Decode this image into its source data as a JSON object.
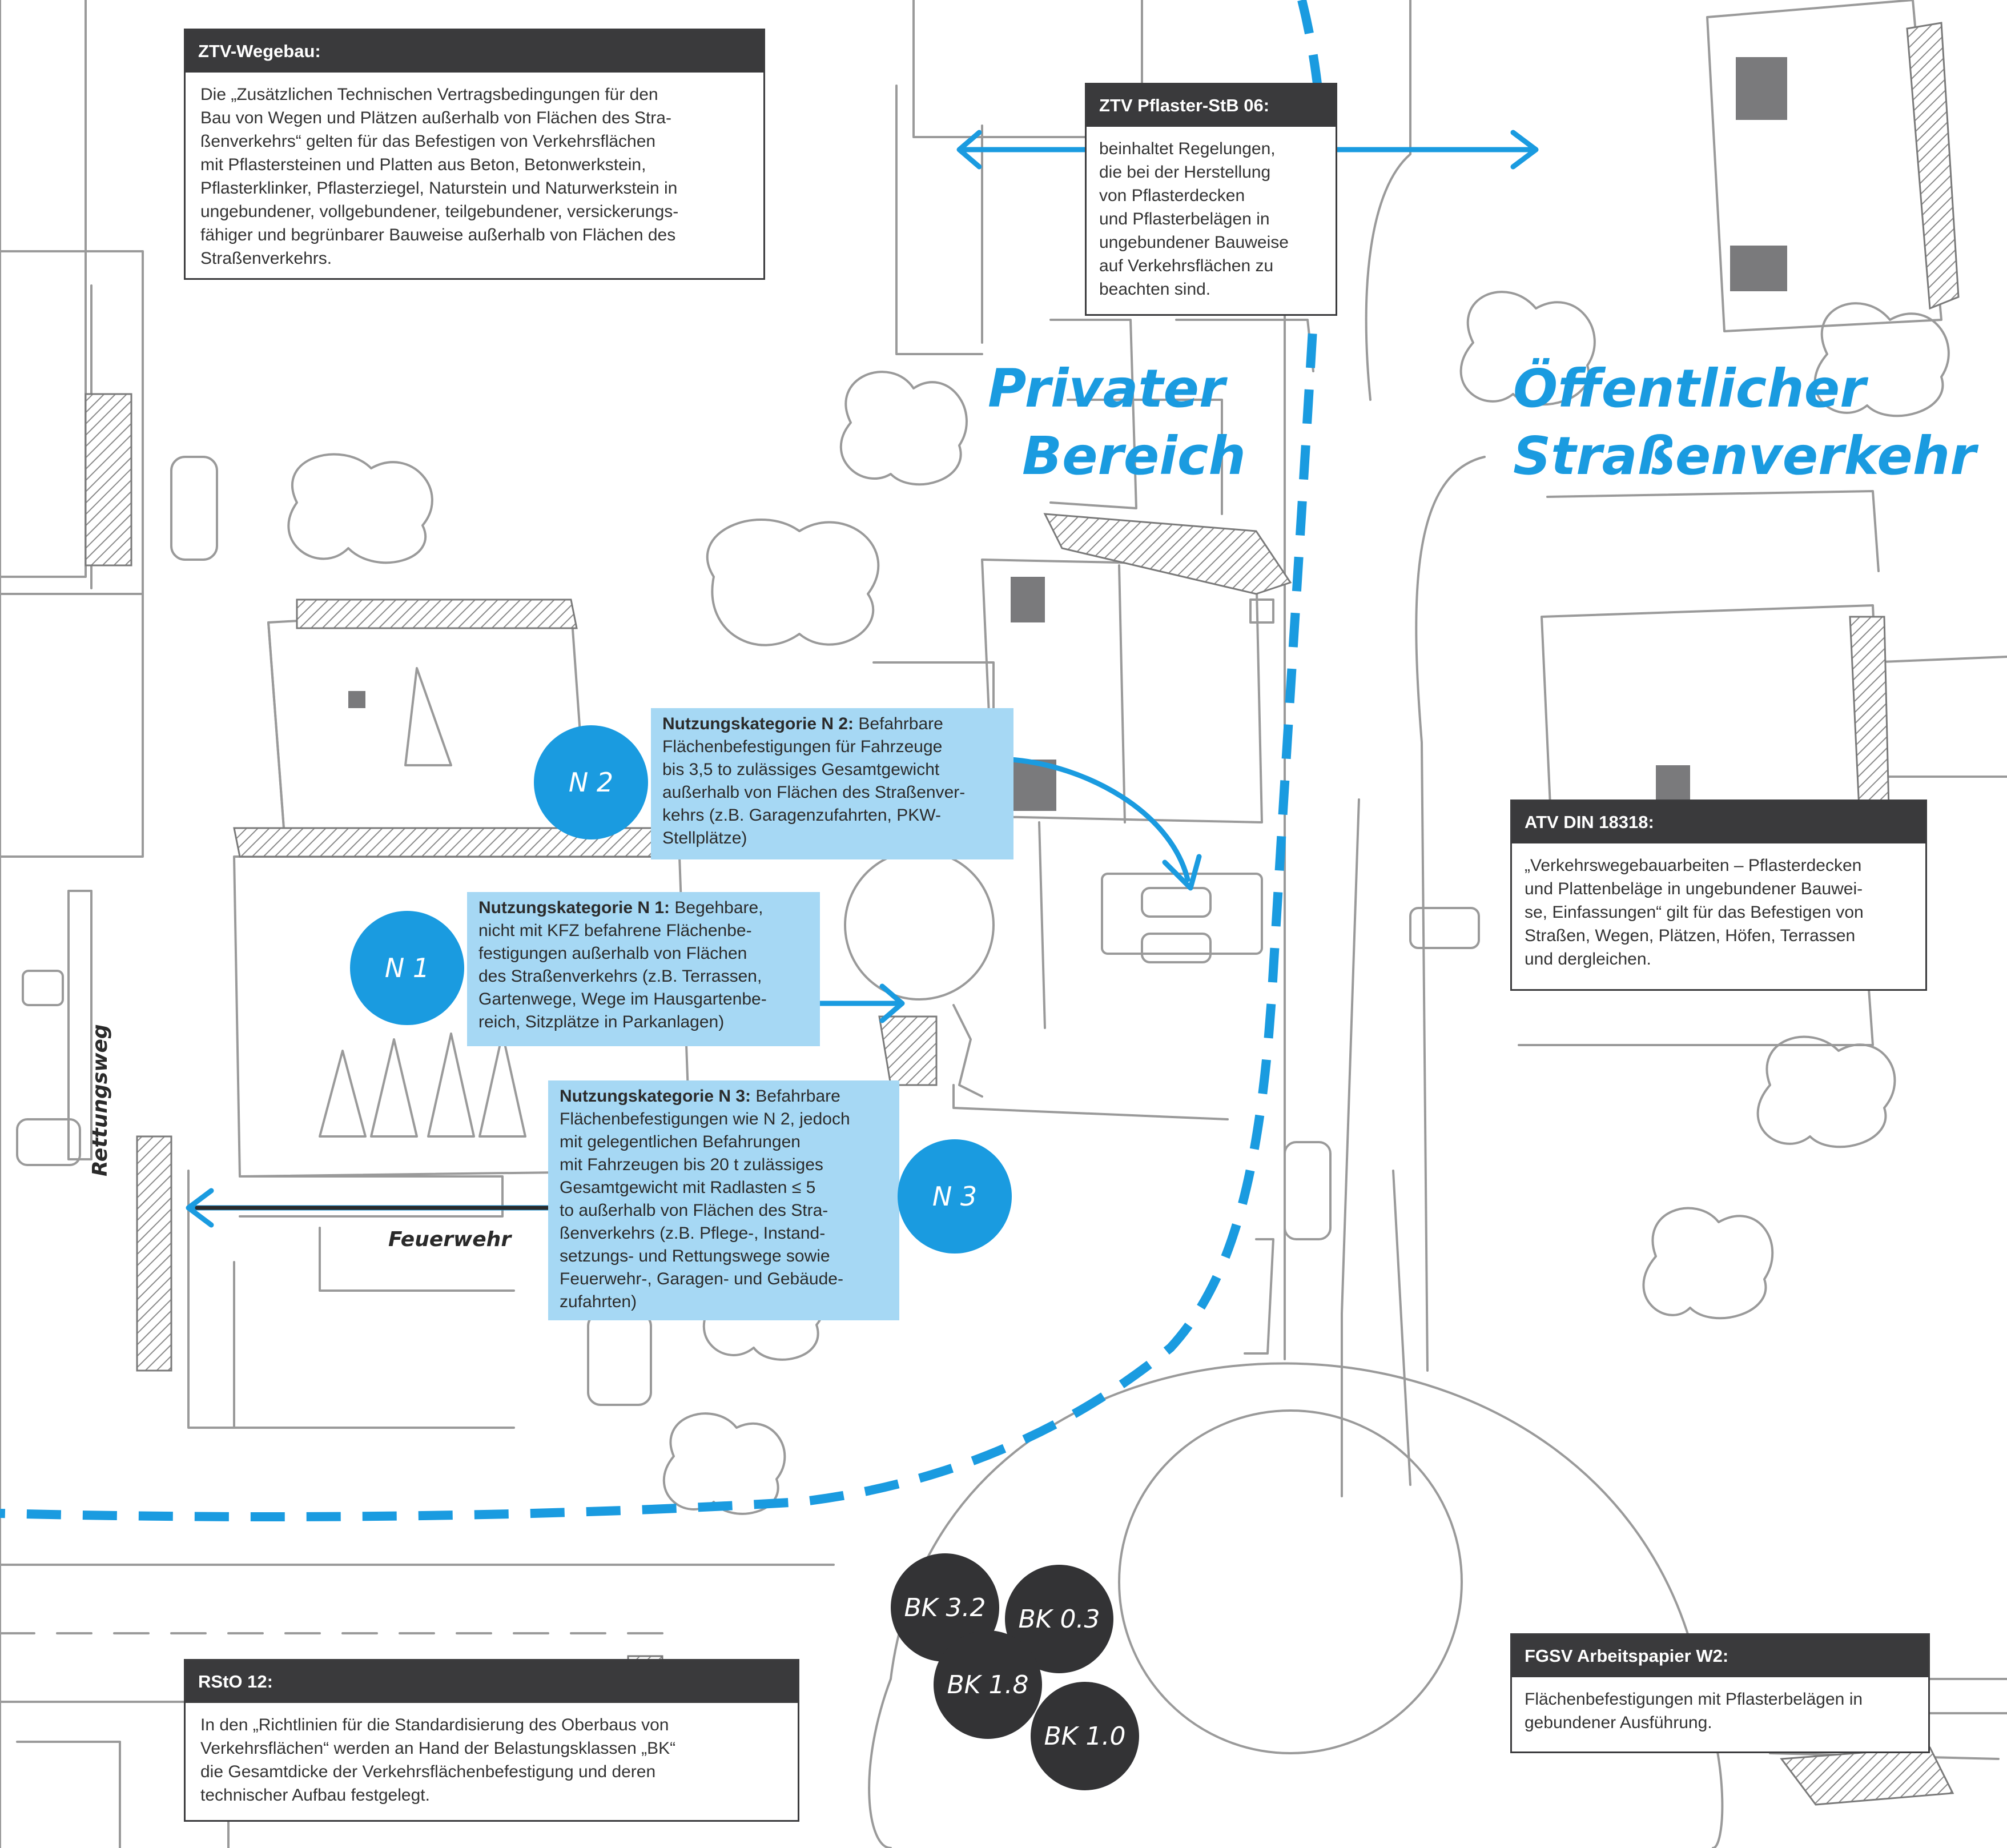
{
  "zones": {
    "private": {
      "line1": "Privater",
      "line2": "Bereich"
    },
    "public": {
      "line1": "Öffentlicher",
      "line2": "Straßenverkehr"
    }
  },
  "info_boxes": {
    "ztv_wegebau": {
      "title": "ZTV-Wegebau:",
      "lines": [
        "Die „Zusätzlichen Technischen Vertragsbedingungen für den",
        "Bau von Wegen und Plätzen außerhalb von Flächen des Stra-",
        "ßenverkehrs“ gelten für das Befestigen von Verkehrsflächen",
        "mit Pflastersteinen und Platten aus Beton, Betonwerkstein,",
        "Pflasterklinker, Pflasterziegel, Naturstein und Naturwerkstein in",
        "ungebundener, vollgebundener, teilgebundener, versickerungs-",
        "fähiger und begrünbarer Bauweise außerhalb von Flächen des",
        "Straßenverkehrs."
      ]
    },
    "ztv_pflaster": {
      "title": "ZTV Pflaster-StB 06:",
      "lines": [
        "beinhaltet Regelungen,",
        "die bei der Herstellung",
        "von Pflasterdecken",
        "und Pflasterbelägen in",
        "ungebundener Bauweise",
        "auf Verkehrsflächen zu",
        "beachten sind."
      ]
    },
    "atv_din": {
      "title": "ATV DIN 18318:",
      "lines": [
        "„Verkehrswegebauarbeiten – Pflasterdecken",
        "und Plattenbeläge in ungebundener Bauwei-",
        "se, Einfassungen“ gilt für das Befestigen von",
        "Straßen, Wegen, Plätzen, Höfen, Terrassen",
        "und dergleichen."
      ]
    },
    "rsto": {
      "title": "RStO 12:",
      "lines": [
        "In den „Richtlinien für die Standardisierung des Oberbaus von",
        "Verkehrsflächen“ werden an Hand der Belastungsklassen „BK“",
        "die Gesamtdicke der Verkehrsflächenbefestigung und deren",
        "technischer Aufbau festgelegt."
      ]
    },
    "fgsv": {
      "title": "FGSV Arbeitspapier W2:",
      "lines": [
        "Flächenbefestigungen mit Pflasterbelägen in",
        "gebundener Ausführung."
      ]
    }
  },
  "categories": {
    "n2": {
      "badge": "N 2",
      "lead": "Nutzungskategorie N 2:",
      "lines": [
        " Befahrbare",
        "Flächenbefestigungen für Fahrzeuge",
        "bis 3,5 to zulässiges Gesamtgewicht",
        "außerhalb von Flächen des Straßenver-",
        "kehrs (z.B. Garagenzufahrten, PKW-",
        "Stellplätze)"
      ]
    },
    "n1": {
      "badge": "N 1",
      "lead": "Nutzungskategorie N 1:",
      "lines": [
        " Begehbare,",
        "nicht mit KFZ befahrene  Flächenbe-",
        "festigungen außerhalb von Flächen",
        "des Straßenverkehrs (z.B. Terrassen,",
        "Gartenwege, Wege im Hausgartenbe-",
        "reich, Sitzplätze in Parkanlagen)"
      ]
    },
    "n3": {
      "badge": "N 3",
      "lead": "Nutzungskategorie N 3:",
      "lines": [
        " Befahrbare",
        "Flächenbefestigungen wie N 2, jedoch",
        "mit gelegentlichen Befahrungen",
        "mit Fahrzeugen bis 20 t zulässiges",
        "Gesamtgewicht mit Radlasten ≤ 5",
        "to außerhalb von Flächen des Stra-",
        "ßenverkehrs (z.B. Pflege-, Instand-",
        "setzungs- und Rettungswege sowie",
        "Feuerwehr-, Garagen- und Gebäude-",
        "zufahrten)"
      ]
    }
  },
  "load_classes": [
    "BK 3.2",
    "BK 0.3",
    "BK 1.8",
    "BK 1.0"
  ],
  "map_labels": {
    "rettungsweg": "Rettungsweg",
    "feuerwehr": "Feuerwehr"
  },
  "colors": {
    "accent_blue": "#1a9be0",
    "light_blue": "#a6d8f4",
    "dark": "#3a3a3c",
    "sketch": "#9a9a9a"
  }
}
